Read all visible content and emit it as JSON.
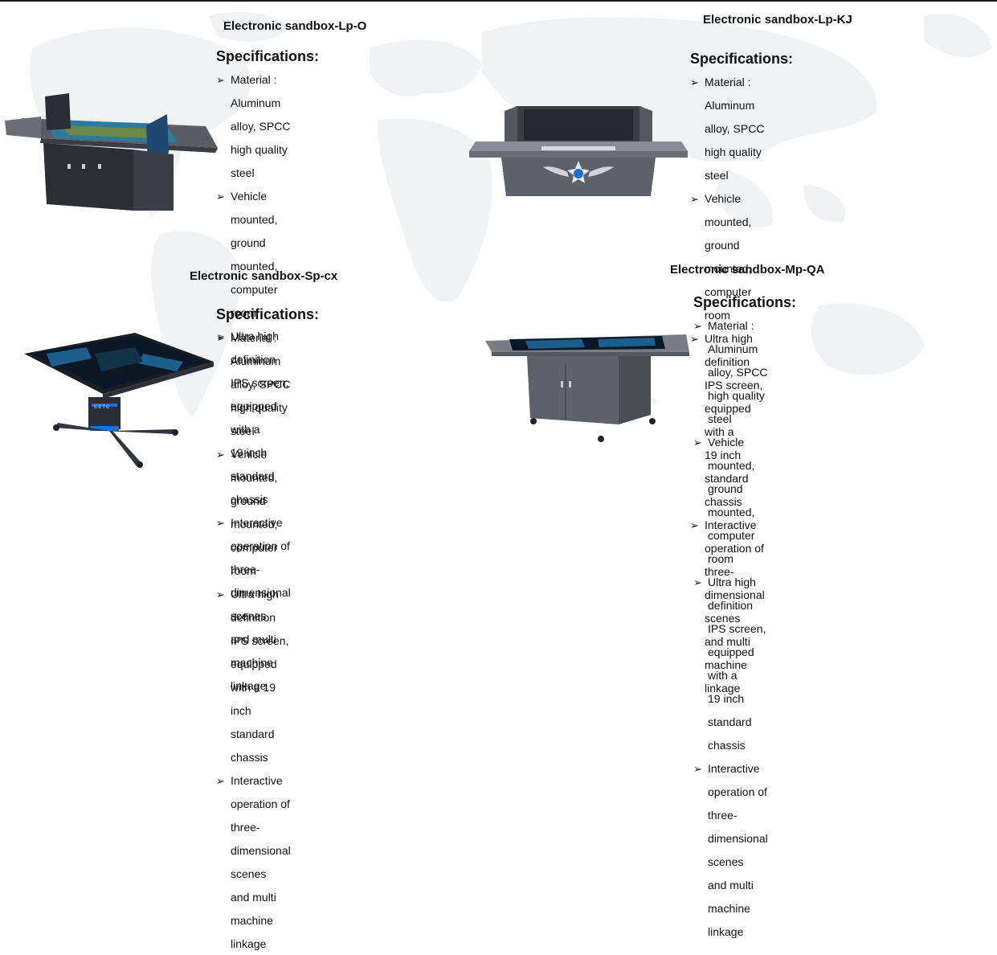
{
  "colors": {
    "map": "#f1f2f3",
    "frame": "#4a4d52",
    "screen_dark": "#0c1826",
    "accent_blue": "#1e6fd9"
  },
  "products": [
    {
      "title": "Electronic sandbox-Lp-O",
      "spec_heading": "Specifications:",
      "bullet_icon": "arrow-bullet-icon",
      "lines": [
        "Material : Aluminum alloy, SPCC high quality steel",
        "Vehicle mounted, ground mounted, computer",
        "room",
        "Ultra high definition IPS screen, equipped with a",
        "19  inch standard chassis",
        "Interactive operation of three-dimensional scenes",
        "and multi machine linkage"
      ]
    },
    {
      "title": "Electronic sandbox-Lp-KJ",
      "spec_heading": "Specifications:",
      "bullet_icon": "arrow-bullet-icon",
      "lines": [
        "Material : Aluminum alloy, SPCC high quality steel",
        "Vehicle mounted, ground mounted, computer",
        "room",
        "Ultra high definition IPS screen, equipped with a",
        "19  inch standard chassis",
        "Interactive operation of three-dimensional scenes",
        "and multi machine linkage"
      ]
    },
    {
      "title": "Electronic sandbox-Sp-cx",
      "spec_heading": "Specifications:",
      "bullet_icon": "arrow-bullet-icon",
      "lines": [
        "Material : Aluminum alloy, SPCC high quality steel",
        "Vehicle mounted, ground mounted, computer room",
        "Ultra high definition IPS screen, equipped with a 19",
        "inch standard chassis",
        "Interactive operation of three-dimensional scenes",
        "and multi machine linkage"
      ]
    },
    {
      "title": "Electronic sandbox-Mp-QA",
      "spec_heading": "Specifications:",
      "bullet_icon": "arrow-bullet-icon",
      "lines": [
        "Material : Aluminum alloy, SPCC high quality steel",
        "Vehicle mounted, ground mounted, computer",
        "room",
        "Ultra high definition IPS screen, equipped with a",
        "19  inch standard chassis",
        "Interactive operation of three-dimensional scenes",
        "and multi machine linkage"
      ]
    }
  ],
  "bullet_glyph": "➢",
  "console_label": "CETC"
}
